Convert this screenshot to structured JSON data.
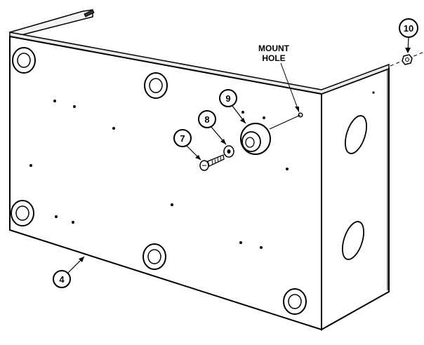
{
  "figure": {
    "mount_label_line1": "MOUNT",
    "mount_label_line2": "HOLE",
    "callouts": [
      {
        "id": "4",
        "label": "4"
      },
      {
        "id": "7",
        "label": "7"
      },
      {
        "id": "8",
        "label": "8"
      },
      {
        "id": "9",
        "label": "9"
      },
      {
        "id": "10",
        "label": "10"
      }
    ]
  }
}
